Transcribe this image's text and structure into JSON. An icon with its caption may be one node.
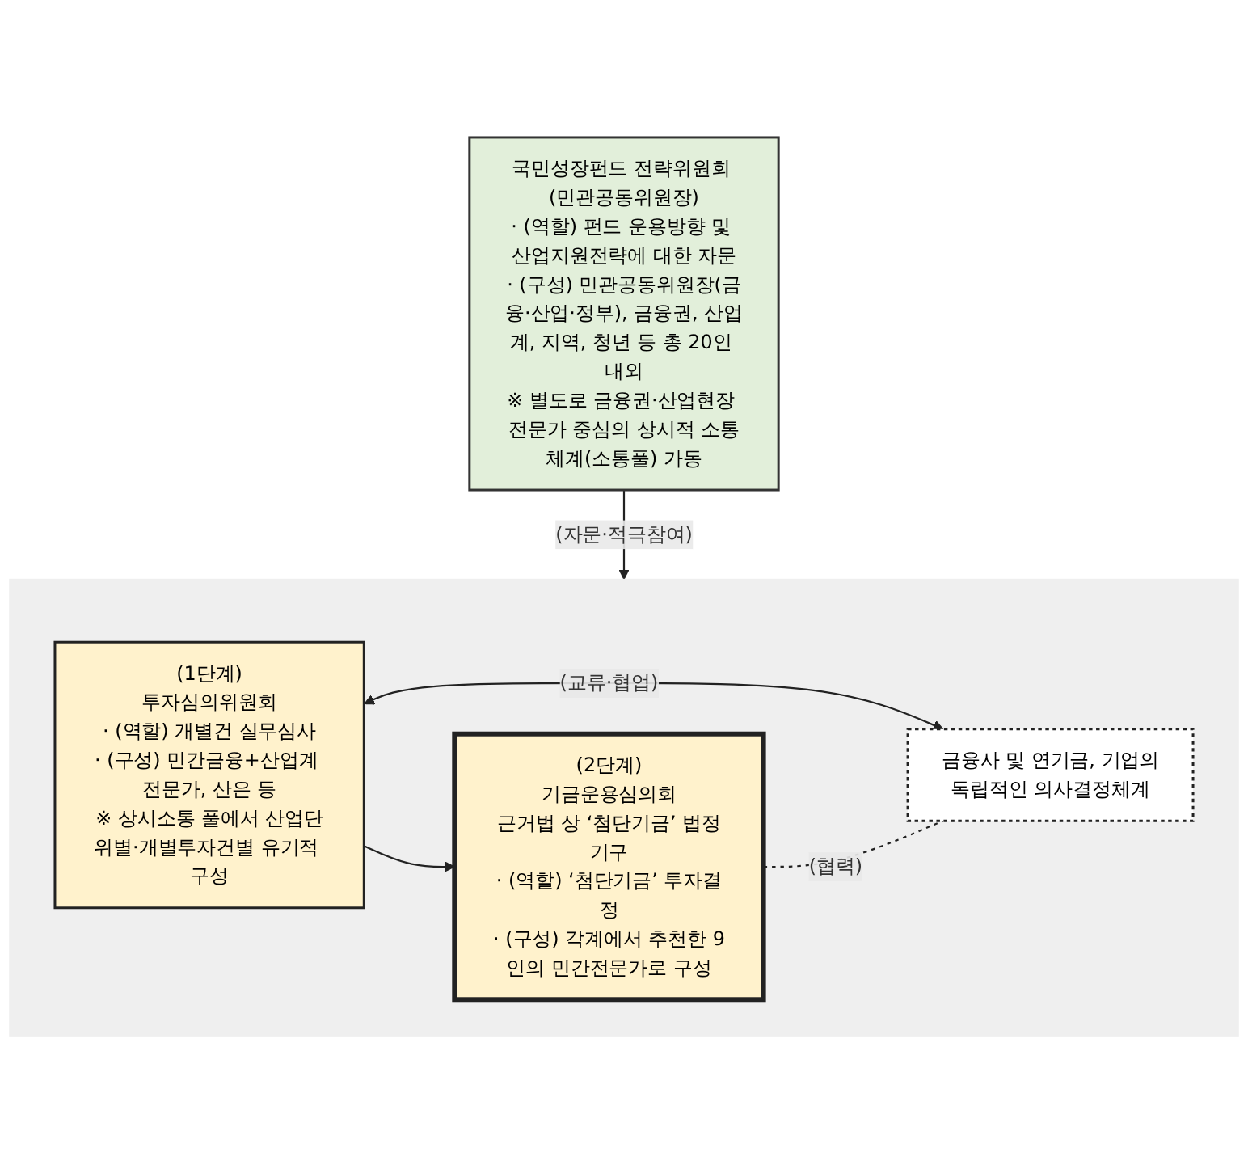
{
  "diagram": {
    "nodes": [
      {
        "text": [
          "국민성장펀드 전략위원회 (민관공동위원장)",
          "· (역할) 펀드 운용방향 및 산업지원전략에 대한 자문",
          "· (구성) 민관공동위원장(금융·산업·정부), 금융권, 산업계, 지역, 청년 등 총 20인 내외",
          "※ 별도로 금융권·산업현장 전문가 중심의 상시적 소통체계(소통풀) 가동"
        ]
      },
      {
        "text": [],
        "shape": "box"
      },
      {
        "text": [
          "(1단계)",
          "투자심의위원회",
          "· (역할) 개별건 실무심사",
          "· (구성) 민간금융+산업계 전문가, 산은 등",
          "※ 상시소통 풀에서 산업단위별·개별투자건별 유기적 구성"
        ],
        "in": 1
      },
      {
        "text": [
          "(2단계)",
          "기금운용심의회",
          "근거법 상 ‘첨단기금’ 법정기구",
          "· (역할) ‘첨단기금’ 투자결정",
          "· (구성) 각계에서 추천한 9인의 민간전문가로 구성"
        ],
        "in": 1
      },
      {
        "text": [
          "금융사 및 연기금, 기업의",
          "독립적인 의사결정체계"
        ],
        "in": 1
      }
    ],
    "edges": [
      {
        "from": 0,
        "to": 1,
        "arrow": "to",
        "label": "(자문·적극참여)"
      },
      {
        "from": 2,
        "to": 3,
        "arrow": "to"
      },
      {
        "from": 2,
        "to": 4,
        "arrow": "both",
        "label": "(교류·협업)"
      },
      {
        "from": 3,
        "to": 4,
        "arrow": "none",
        "label": "(협력)",
        "style": "dashed"
      }
    ]
  }
}
